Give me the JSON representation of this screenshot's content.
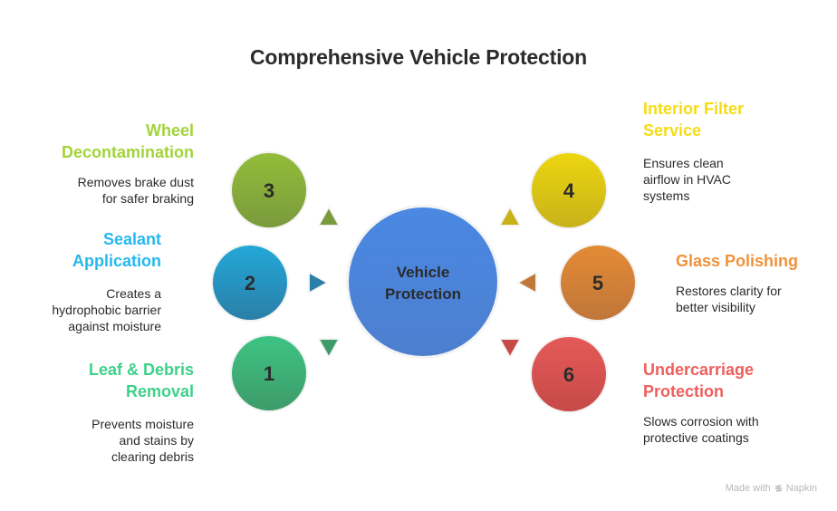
{
  "title": "Comprehensive Vehicle Protection",
  "center": {
    "line1": "Vehicle",
    "line2": "Protection",
    "color_top": "#4a88e3",
    "color_bottom": "#4c7fcf"
  },
  "items": [
    {
      "number": "1",
      "title_line1": "Leaf & Debris",
      "title_line2": "Removal",
      "desc_lines": [
        "Prevents moisture",
        "and stains by",
        "clearing debris"
      ],
      "color": "#3dc484",
      "color_dark": "#3e9b6a",
      "label_color": "#3fd18a",
      "arrow": "down"
    },
    {
      "number": "2",
      "title_line1": "Sealant",
      "title_line2": "Application",
      "desc_lines": [
        "Creates a",
        "hydrophobic barrier",
        "against moisture"
      ],
      "color": "#22a8d8",
      "color_dark": "#2b7fa8",
      "label_color": "#26b8ef",
      "arrow": "right"
    },
    {
      "number": "3",
      "title_line1": "Wheel",
      "title_line2": "Decontamination",
      "desc_lines": [
        "Removes brake dust",
        "for safer braking"
      ],
      "color": "#93bd3a",
      "color_dark": "#7a9a3c",
      "label_color": "#a2d33a",
      "arrow": "up"
    },
    {
      "number": "4",
      "title_line1": "Interior Filter",
      "title_line2": "Service",
      "desc_lines": [
        "Ensures clean",
        "airflow in HVAC",
        "systems"
      ],
      "color": "#ecd60f",
      "color_dark": "#c8b21a",
      "label_color": "#f5dc14",
      "arrow": "up"
    },
    {
      "number": "5",
      "title_line1": "Glass Polishing",
      "title_line2": "",
      "desc_lines": [
        "Restores clarity for",
        "better visibility"
      ],
      "color": "#e48a35",
      "color_dark": "#bf773a",
      "label_color": "#f0923a",
      "arrow": "left"
    },
    {
      "number": "6",
      "title_line1": "Undercarriage",
      "title_line2": "Protection",
      "desc_lines": [
        "Slows corrosion with",
        "protective coatings"
      ],
      "color": "#e55a58",
      "color_dark": "#c64a48",
      "label_color": "#ee5f5d",
      "arrow": "down"
    }
  ],
  "footer": {
    "made_with": "Made with",
    "brand": "Napkin"
  }
}
